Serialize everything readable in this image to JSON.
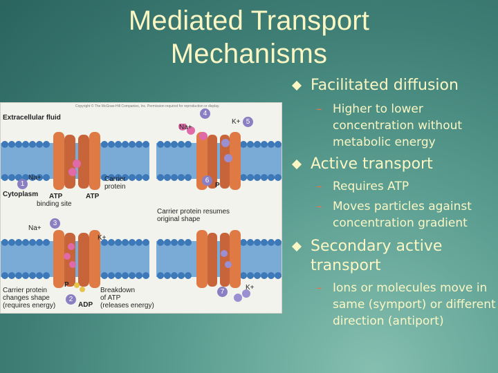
{
  "title": [
    "Mediated Transport",
    "Mechanisms"
  ],
  "bullets": [
    {
      "text": "Facilitated diffusion",
      "subs": [
        "Higher to lower concentration without metabolic energy"
      ]
    },
    {
      "text": "Active transport",
      "subs": [
        "Requires ATP",
        "Moves particles against concentration gradient"
      ]
    },
    {
      "text": "Secondary active transport",
      "subs": [
        "Ions or molecules move in same (symport) or different direction (antiport)"
      ]
    }
  ],
  "sub_marker": "–",
  "figure": {
    "copyright": "Copyright © The McGraw-Hill Companies, Inc. Permission required for reproduction or display.",
    "labels": {
      "extracellular": "Extracellular fluid",
      "na_1": "Na+",
      "cytoplasm": "Cytoplasm",
      "atp_1": "ATP",
      "binding_site": "binding site",
      "carrier": "Carrier",
      "protein": "protein",
      "atp_2": "ATP",
      "na_4": "Na+",
      "k_5": "K+",
      "p_6": "P",
      "resumes_1": "Carrier protein resumes",
      "resumes_2": "original shape",
      "na_3": "Na+",
      "k_3": "K+",
      "p_2": "P",
      "changes_1": "Carrier protein",
      "changes_2": "changes shape",
      "changes_3": "(requires energy)",
      "adp": "ADP",
      "breakdown_1": "Breakdown",
      "breakdown_2": "of ATP",
      "breakdown_3": "(releases energy)",
      "k_7": "K+"
    },
    "steps": [
      "1",
      "2",
      "3",
      "4",
      "5",
      "6",
      "7"
    ]
  },
  "colors": {
    "text": "#fbf7c4",
    "marker": "#e8734a",
    "step_badge": "#8a7fc3"
  }
}
